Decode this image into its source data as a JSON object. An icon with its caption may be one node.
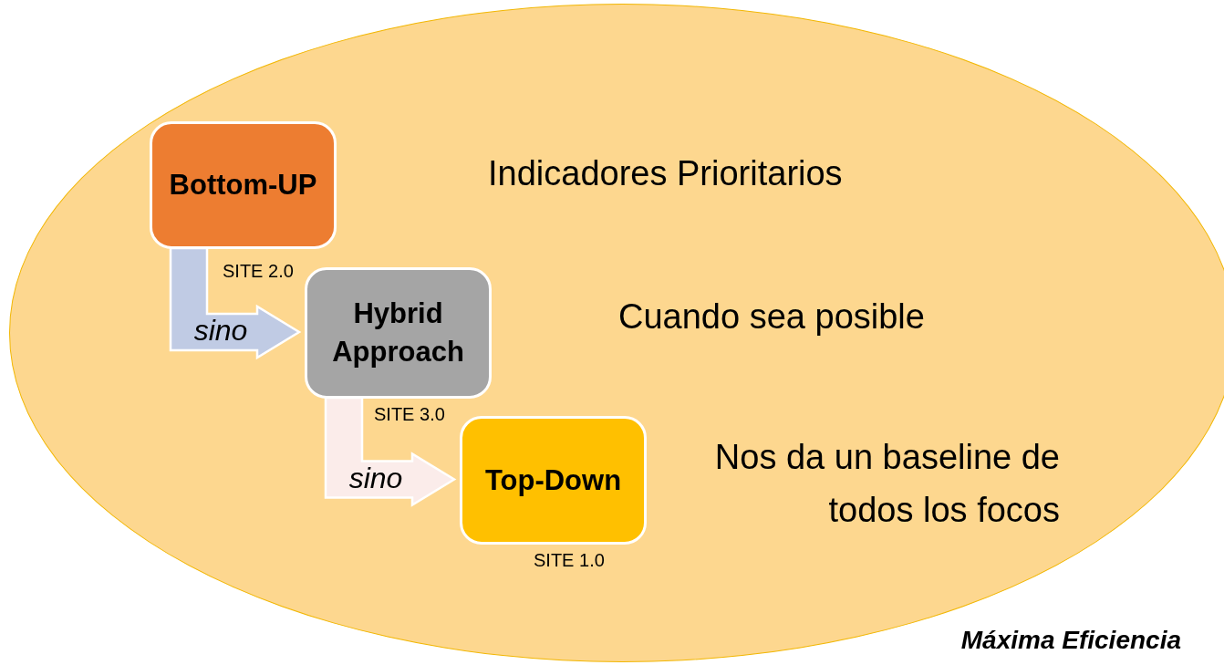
{
  "diagram": {
    "nodes": [
      {
        "text": [],
        "shape": "ellipse"
      },
      {
        "text": [
          "Bottom-UP"
        ],
        "in": 0,
        "beside": [
          "SITE 2.0"
        ]
      },
      {
        "text": [
          "Hybrid Approach"
        ],
        "in": 0,
        "beside": [
          "SITE 3.0"
        ]
      },
      {
        "text": [
          "Top-Down"
        ],
        "in": 0,
        "beside": [
          "SITE 1.0"
        ]
      }
    ],
    "edges": [
      {
        "from": 1,
        "to": 2,
        "arrow": "to",
        "label": "sino",
        "style": "thick",
        "color": "#c0cbe4"
      },
      {
        "from": 2,
        "to": 3,
        "arrow": "to",
        "label": "sino",
        "style": "thick",
        "color": "#fbecea"
      }
    ],
    "labels": [
      "Indicadores Prioritarios",
      "Cuando sea posible",
      "Nos da un baseline de todos los focos",
      "Máxima Eficiencia"
    ]
  }
}
